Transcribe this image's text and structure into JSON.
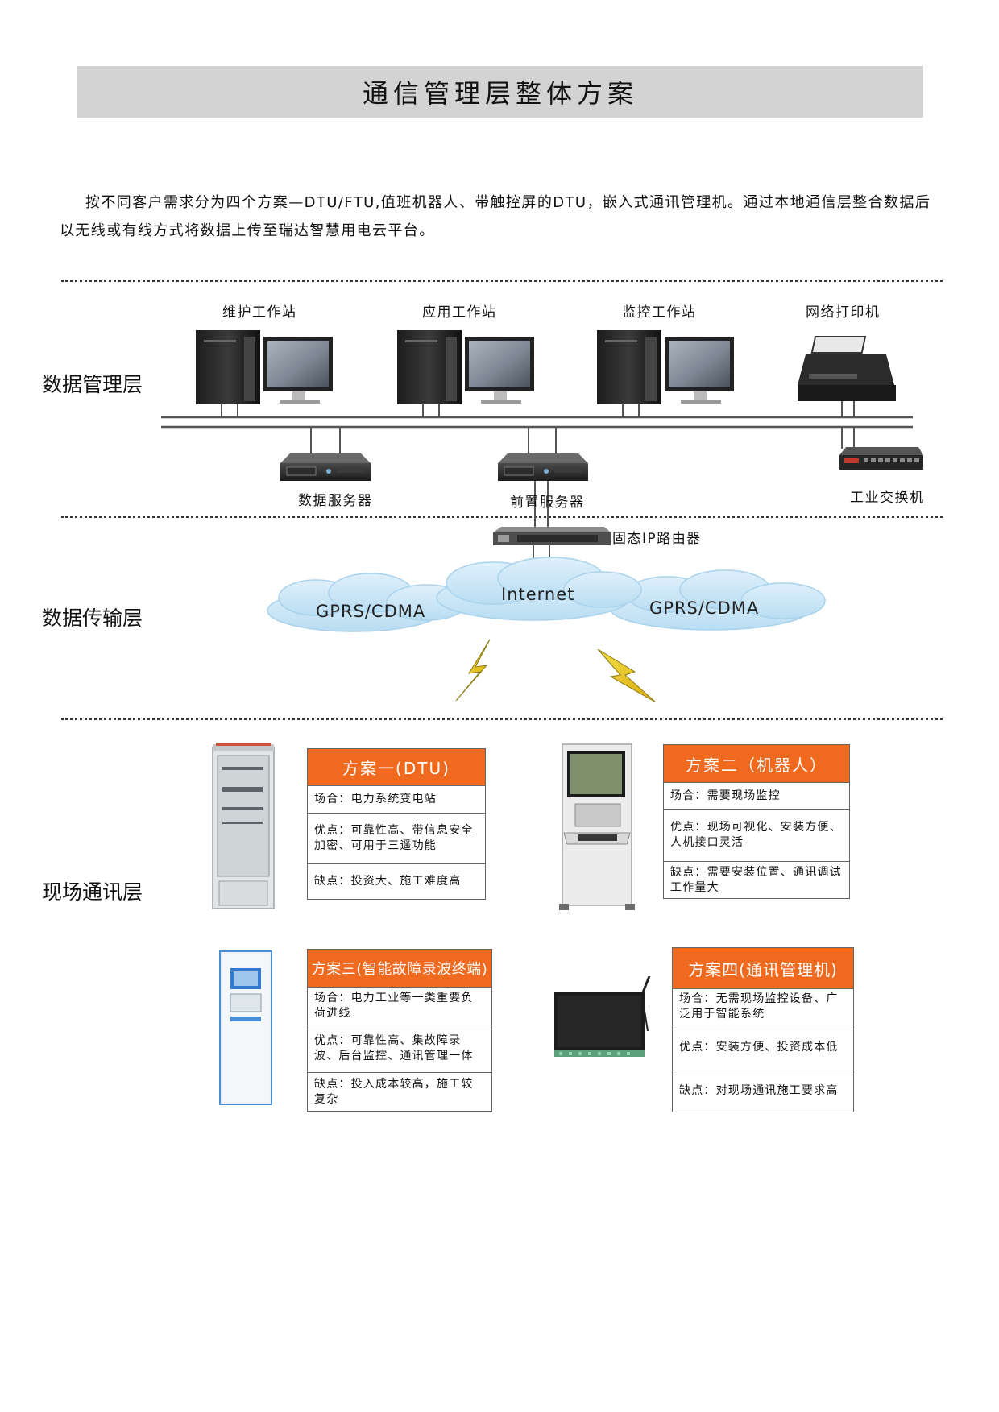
{
  "title": "通信管理层整体方案",
  "intro": "按不同客户需求分为四个方案—DTU/FTU,值班机器人、带触控屏的DTU，嵌入式通讯管理机。通过本地通信层整合数据后以无线或有线方式将数据上传至瑞达智慧用电云平台。",
  "layers": {
    "management": "数据管理层",
    "transmission": "数据传输层",
    "field": "现场通讯层"
  },
  "devices": {
    "ws1": "维护工作站",
    "ws2": "应用工作站",
    "ws3": "监控工作站",
    "printer": "网络打印机",
    "server1": "数据服务器",
    "server2": "前置服务器",
    "switch": "工业交换机",
    "router": "固态IP路由器"
  },
  "clouds": {
    "left": "GPRS/CDMA",
    "center": "Internet",
    "right": "GPRS/CDMA"
  },
  "plans": [
    {
      "header": "方案一(DTU)",
      "rows": [
        "场合：电力系统变电站",
        "优点：可靠性高、带信息安全加密、可用于三遥功能",
        "缺点：投资大、施工难度高"
      ]
    },
    {
      "header": "方案二（机器人）",
      "rows": [
        "场合：需要现场监控",
        "优点：现场可视化、安装方便、人机接口灵活",
        "缺点：需要安装位置、通讯调试工作量大"
      ]
    },
    {
      "header": "方案三(智能故障录波终端)",
      "rows": [
        "场合：电力工业等一类重要负荷进线",
        "优点：可靠性高、集故障录波、后台监控、通讯管理一体",
        "缺点：投入成本较高，施工较复杂"
      ]
    },
    {
      "header": "方案四(通讯管理机)",
      "rows": [
        "场合：无需现场监控设备、广泛用于智能系统",
        "优点：安装方便、投资成本低",
        "缺点：对现场通讯施工要求高"
      ]
    }
  ]
}
